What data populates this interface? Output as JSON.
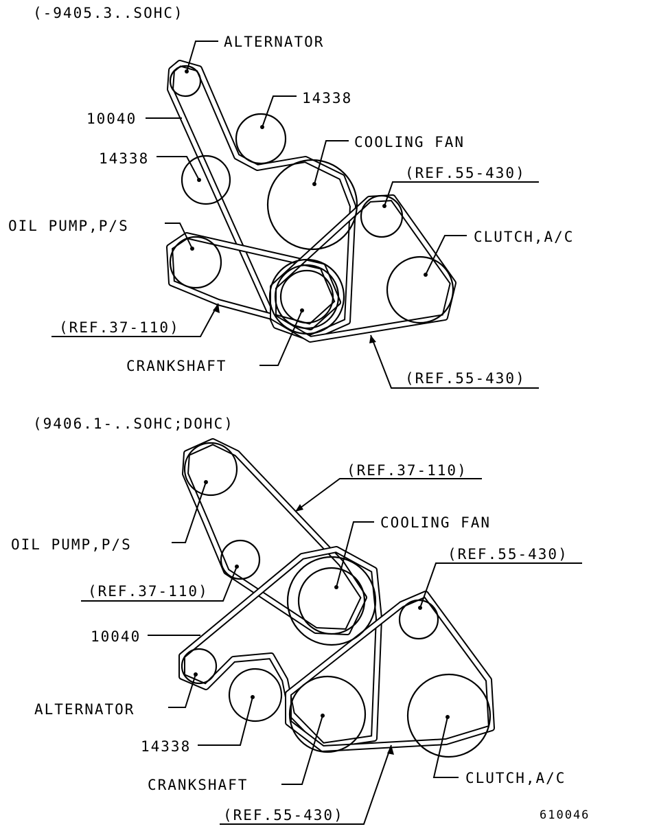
{
  "top": {
    "title": "(-9405.3..SOHC)",
    "labels": {
      "alternator": "ALTERNATOR",
      "idler_top": "14338",
      "belt_10040": "10040",
      "cooling_fan": "COOLING FAN",
      "idler_left": "14338",
      "ref_55_430_idler": "(REF.55-430)",
      "oil_pump": "OIL PUMP,P/S",
      "clutch": "CLUTCH,A/C",
      "ref_37_110": "(REF.37-110)",
      "crankshaft": "CRANKSHAFT",
      "ref_55_430_belt": "(REF.55-430)"
    }
  },
  "bottom": {
    "title": "(9406.1-..SOHC;DOHC)",
    "labels": {
      "ref_37_110_belt": "(REF.37-110)",
      "oil_pump": "OIL PUMP,P/S",
      "cooling_fan": "COOLING FAN",
      "ref_55_430_idler": "(REF.55-430)",
      "ref_37_110_idler": "(REF.37-110)",
      "belt_10040": "10040",
      "alternator": "ALTERNATOR",
      "idler": "14338",
      "crankshaft": "CRANKSHAFT",
      "clutch": "CLUTCH,A/C",
      "ref_55_430_belt": "(REF.55-430)"
    }
  },
  "figure_id": "610046"
}
